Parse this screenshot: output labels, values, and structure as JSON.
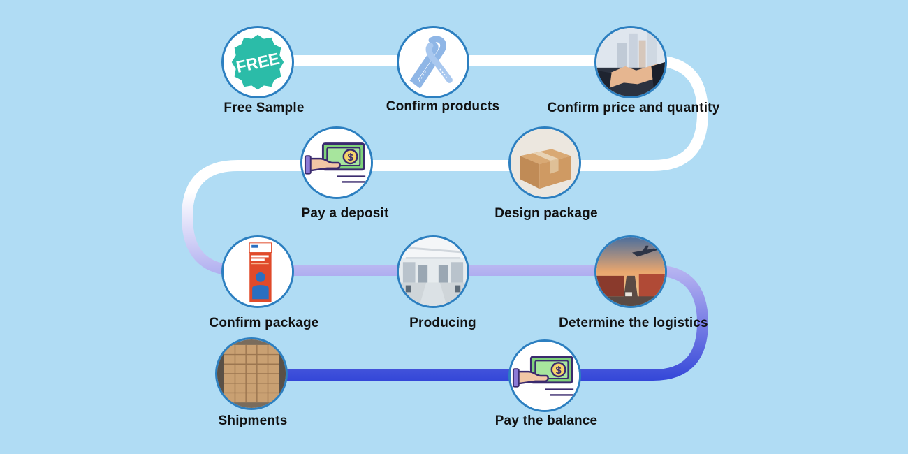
{
  "steps": [
    {
      "label": "Free Sample",
      "badge_text": "FREE",
      "icon": "free-badge-icon"
    },
    {
      "label": "Confirm products",
      "icon": "ribbon-strap-icon"
    },
    {
      "label": "Confirm price and quantity",
      "icon": "handshake-icon"
    },
    {
      "label": "Design package",
      "icon": "cardboard-box-icon"
    },
    {
      "label": "Pay a deposit",
      "icon": "hand-money-icon"
    },
    {
      "label": "Confirm package",
      "icon": "product-package-icon"
    },
    {
      "label": "Producing",
      "icon": "factory-icon"
    },
    {
      "label": "Determine the logistics",
      "icon": "airplane-logistics-icon"
    },
    {
      "label": "Pay the balance",
      "icon": "hand-money-icon"
    },
    {
      "label": "Shipments",
      "icon": "container-cartons-icon"
    }
  ],
  "colors": {
    "background": "#b0dcf4",
    "circle_border": "#2c7fc0",
    "path_start": "#ffffff",
    "path_mid": "#a8a6ee",
    "path_end": "#3447d8",
    "badge_teal": "#2bbca8",
    "money_green": "#7fd27a",
    "money_outline": "#3a2a6e"
  }
}
